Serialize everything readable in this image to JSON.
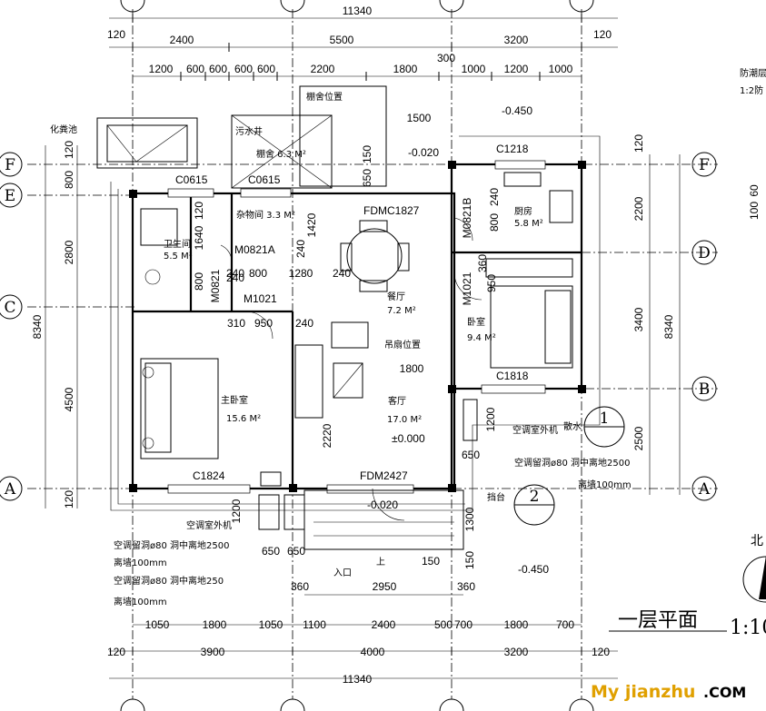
{
  "dims": {
    "top_total": "11340",
    "top_gap_l": "120",
    "top_gap_r": "120",
    "top_row1": [
      "2400",
      "5500",
      "3200"
    ],
    "top_row2": [
      "1200",
      "600",
      "600",
      "600",
      "600",
      "2200",
      "1800",
      "1000",
      "1200",
      "1000"
    ],
    "top_300": "300",
    "top_1500": "1500",
    "bot_row1": [
      "1050",
      "1800",
      "1050",
      "1100",
      "2400",
      "500",
      "700",
      "1800",
      "700"
    ],
    "bot_row2": [
      "3900",
      "4000",
      "3200"
    ],
    "bot_total": "11340",
    "bot_gap_l": "120",
    "bot_gap_r": "120",
    "left_dims": [
      "800",
      "2800",
      "4500",
      "8340",
      "120"
    ],
    "right_dims": [
      "2200",
      "3400",
      "2500",
      "8340"
    ],
    "right_small": [
      "60",
      "100"
    ],
    "inner": [
      "120",
      "1640",
      "240",
      "800",
      "1280",
      "240",
      "1420",
      "240",
      "800",
      "240",
      "800",
      "310",
      "950",
      "240",
      "950",
      "360",
      "150",
      "650",
      "240",
      "1200",
      "650",
      "2220",
      "1800",
      "1200",
      "650",
      "650",
      "150",
      "1300",
      "150",
      "360",
      "2950",
      "360"
    ]
  },
  "axes": {
    "left": [
      "F",
      "E",
      "C",
      "A"
    ],
    "right": [
      "F",
      "D",
      "B",
      "A"
    ]
  },
  "levels": {
    "l1": "-0.450",
    "l2": "-0.020",
    "l3": "±0.000",
    "l4": "-0.020",
    "l5": "-0.450"
  },
  "rooms": {
    "septic": "化粪池",
    "sewage": "污水井",
    "shed": "棚舍位置",
    "shed_area": "棚舍 6.3 M²",
    "storage": "杂物间 3.3 M²",
    "bath": "卫生间",
    "bath_area": "5.5 M²",
    "dining": "餐厅",
    "dining_area": "7.2 M²",
    "kitchen": "厨房",
    "kitchen_area": "5.8 M²",
    "bed": "卧室",
    "bed_area": "9.4 M²",
    "master": "主卧室",
    "master_area": "15.6 M²",
    "living": "客厅",
    "living_area": "17.0 M²",
    "fan": "吊扇位置",
    "ac_out": "空调室外机",
    "ac_hole": "空调留洞ø80 洞中离地2500",
    "wall100": "离墙100mm",
    "ac_out2": "空调室外机",
    "ac_hole2": "空调留洞ø80 洞中离地2500",
    "wall100b": "离墙100mm",
    "ac_hole3": "空调留洞ø80 洞中离地250",
    "wall100c": "离墙100mm",
    "drain": "散水",
    "retain": "挡台",
    "entry": "入口",
    "up": "上"
  },
  "openings": {
    "c0615a": "C0615",
    "c0615b": "C0615",
    "c1218": "C1218",
    "fdmc": "FDMC1827",
    "m0821a": "M0821A",
    "m0821b": "M0821B",
    "m0821": "M0821",
    "m1021a": "M1021",
    "m1021b": "M1021",
    "c1818": "C1818",
    "c1824": "C1824",
    "fdm": "FDM2427"
  },
  "title": "一层平面",
  "scale": "1:10",
  "north": "北",
  "side_note1": "防潮层",
  "side_note2": "1:2防",
  "detail1": "1",
  "detail2": "2",
  "watermark": {
    "brand": "My jianzhu",
    "suffix": ".COM",
    "color_brand": "#e0a000",
    "color_suffix": "#000000"
  }
}
